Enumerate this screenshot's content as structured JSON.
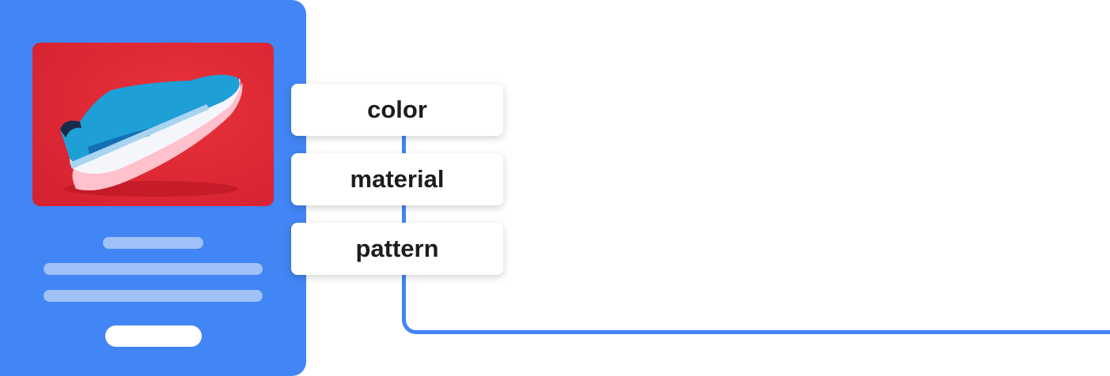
{
  "attributes": [
    {
      "label": "color"
    },
    {
      "label": "material"
    },
    {
      "label": "pattern"
    }
  ],
  "colors": {
    "card": "#4285f4",
    "photo_bg": "#d9252f",
    "shoe": "#1e9fd6"
  }
}
